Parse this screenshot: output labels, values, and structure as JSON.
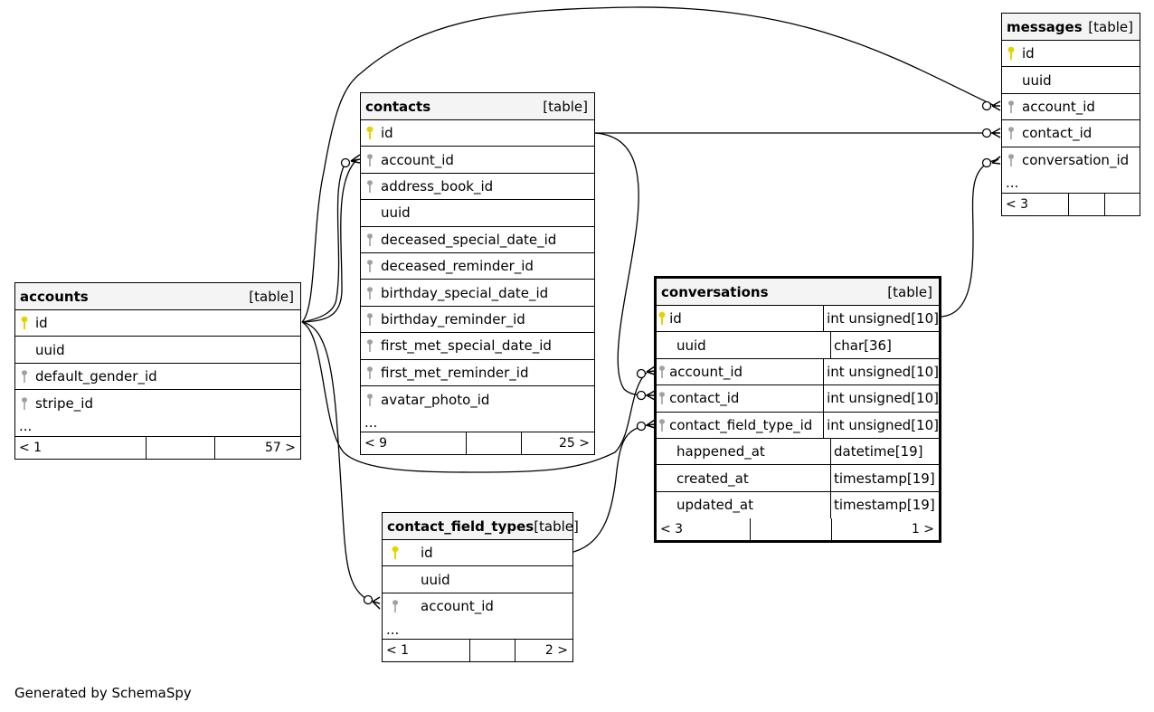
{
  "tables": {
    "accounts": {
      "name": "accounts",
      "tag": "[table]",
      "columns": [
        {
          "name": "id",
          "key": "pk"
        },
        {
          "name": "uuid",
          "key": "none"
        },
        {
          "name": "default_gender_id",
          "key": "fk"
        },
        {
          "name": "stripe_id",
          "key": "fk"
        }
      ],
      "ellipsis": "...",
      "footer": {
        "left": "< 1",
        "right": "57 >"
      }
    },
    "contacts": {
      "name": "contacts",
      "tag": "[table]",
      "columns": [
        {
          "name": "id",
          "key": "pk"
        },
        {
          "name": "account_id",
          "key": "fk"
        },
        {
          "name": "address_book_id",
          "key": "fk"
        },
        {
          "name": "uuid",
          "key": "none"
        },
        {
          "name": "deceased_special_date_id",
          "key": "fk"
        },
        {
          "name": "deceased_reminder_id",
          "key": "fk"
        },
        {
          "name": "birthday_special_date_id",
          "key": "fk"
        },
        {
          "name": "birthday_reminder_id",
          "key": "fk"
        },
        {
          "name": "first_met_special_date_id",
          "key": "fk"
        },
        {
          "name": "first_met_reminder_id",
          "key": "fk"
        },
        {
          "name": "avatar_photo_id",
          "key": "fk"
        }
      ],
      "ellipsis": "...",
      "footer": {
        "left": "< 9",
        "right": "25 >"
      }
    },
    "messages": {
      "name": "messages",
      "tag": "[table]",
      "columns": [
        {
          "name": "id",
          "key": "pk"
        },
        {
          "name": "uuid",
          "key": "none"
        },
        {
          "name": "account_id",
          "key": "fk"
        },
        {
          "name": "contact_id",
          "key": "fk"
        },
        {
          "name": "conversation_id",
          "key": "fk"
        }
      ],
      "ellipsis": "...",
      "footer": {
        "left": "< 3",
        "right": ""
      }
    },
    "conversations": {
      "name": "conversations",
      "tag": "[table]",
      "columns": [
        {
          "name": "id",
          "key": "pk",
          "type": "int unsigned[10]"
        },
        {
          "name": "uuid",
          "key": "none",
          "type": "char[36]"
        },
        {
          "name": "account_id",
          "key": "fk",
          "type": "int unsigned[10]"
        },
        {
          "name": "contact_id",
          "key": "fk",
          "type": "int unsigned[10]"
        },
        {
          "name": "contact_field_type_id",
          "key": "fk",
          "type": "int unsigned[10]"
        },
        {
          "name": "happened_at",
          "key": "none",
          "type": "datetime[19]"
        },
        {
          "name": "created_at",
          "key": "none",
          "type": "timestamp[19]"
        },
        {
          "name": "updated_at",
          "key": "none",
          "type": "timestamp[19]"
        }
      ],
      "footer": {
        "left": "< 3",
        "right": "1 >"
      }
    },
    "contact_field_types": {
      "name": "contact_field_types",
      "tag": "[table]",
      "columns": [
        {
          "name": "id",
          "key": "pk"
        },
        {
          "name": "uuid",
          "key": "none"
        },
        {
          "name": "account_id",
          "key": "fk"
        }
      ],
      "ellipsis": "...",
      "footer": {
        "left": "< 1",
        "right": "2 >"
      }
    }
  },
  "colors": {
    "primary_key": "#e6d200",
    "foreign_key": "#a0a0a0",
    "header_bg": "#f4f4f4"
  },
  "footer_text": "Generated by SchemaSpy"
}
